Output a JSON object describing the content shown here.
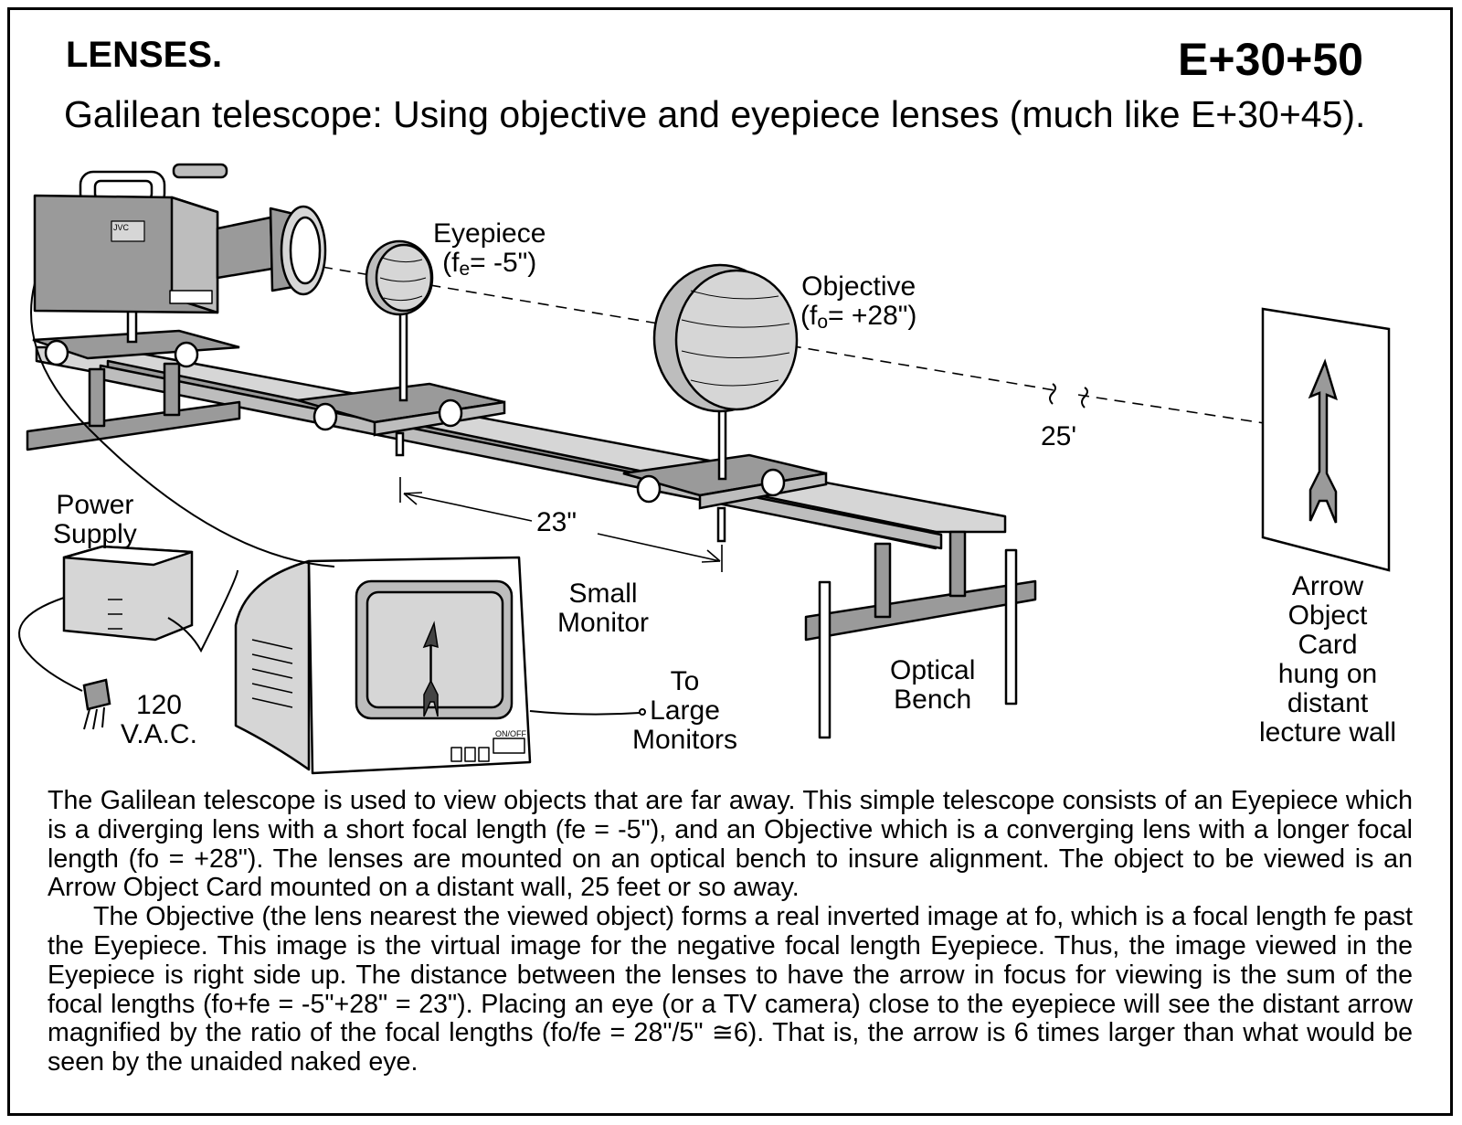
{
  "header": {
    "section": "LENSES.",
    "code": "E+30+50"
  },
  "subtitle": "Galilean telescope: Using objective and eyepiece lenses (much like E+30+45).",
  "labels": {
    "eyepiece_name": "Eyepiece",
    "eyepiece_open": "(f",
    "eyepiece_sub": "e",
    "eyepiece_value": "= -5\")",
    "objective_name": "Objective",
    "objective_open": "(f",
    "objective_sub": "o",
    "objective_value": "= +28\")",
    "distance_25": "25'",
    "distance_23": "23\"",
    "power_supply_1": "Power",
    "power_supply_2": "Supply",
    "small_monitor_1": "Small",
    "small_monitor_2": "Monitor",
    "vac_1": "120",
    "vac_2": "V.A.C.",
    "to_large_1": "To",
    "to_large_2": "Large",
    "to_large_3": "Monitors",
    "optical_bench_1": "Optical",
    "optical_bench_2": "Bench",
    "arrow_card_1": "Arrow",
    "arrow_card_2": "Object",
    "arrow_card_3": "Card",
    "arrow_card_4": "hung on",
    "arrow_card_5": "distant",
    "arrow_card_6": "lecture wall",
    "camera_brand": "JVC",
    "monitor_switch": "ON/OFF"
  },
  "body": {
    "p1": "The Galilean telescope is used to view objects that are far away. This simple telescope consists of an Eyepiece which is a diverging lens with a short focal length (fe = -5\"), and an Objective which is a converging lens with a longer focal length (fo = +28\"). The lenses are mounted on an optical bench to insure alignment. The object to be viewed is an Arrow Object Card mounted on a distant wall, 25 feet or so away.",
    "p2": "The Objective (the lens nearest the viewed object) forms a real inverted image at fo, which is a focal length fe past the Eyepiece. This image is the virtual image for the negative focal length Eyepiece. Thus, the image viewed in the Eyepiece is right side up. The distance between the lenses to have the arrow in focus for viewing is the sum of the focal lengths (fo+fe = -5\"+28\" = 23\"). Placing an eye (or a TV camera) close to the eyepiece will see the distant arrow magnified  by the ratio of the focal lengths (fo/fe = 28\"/5\" ≅6). That is, the arrow is 6 times larger than what would be seen by the unaided naked eye."
  },
  "colors": {
    "ink": "#000000",
    "fill_dark": "#9a9a9a",
    "fill_mid": "#bdbdbd",
    "fill_light": "#d6d6d6",
    "paper": "#ffffff"
  }
}
